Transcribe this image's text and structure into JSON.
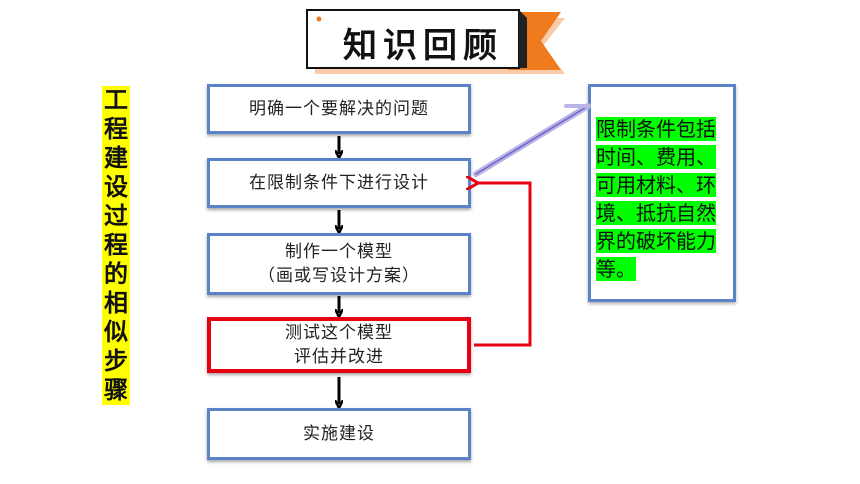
{
  "title": "知识回顾",
  "side_label": "工程建设过程的相似步骤",
  "steps": [
    {
      "line1": "明确一个要解决的问题",
      "line2": ""
    },
    {
      "line1": "在限制条件下进行设计",
      "line2": ""
    },
    {
      "line1": "制作一个模型",
      "line2": "（画或写设计方案）"
    },
    {
      "line1": "测试这个模型",
      "line2": "评估并改进"
    },
    {
      "line1": "实施建设",
      "line2": ""
    }
  ],
  "note": "限制条件包括时间、费用、可用材料、环境、抵抗自然界的破坏能力等。",
  "colors": {
    "box_border": "#5b83c8",
    "highlight_box": "#e60012",
    "feedback_arrow": "#e60012",
    "side_label_bg": "#ffff00",
    "note_highlight": "#00ff00",
    "banner_accent": "#f07b1e"
  }
}
